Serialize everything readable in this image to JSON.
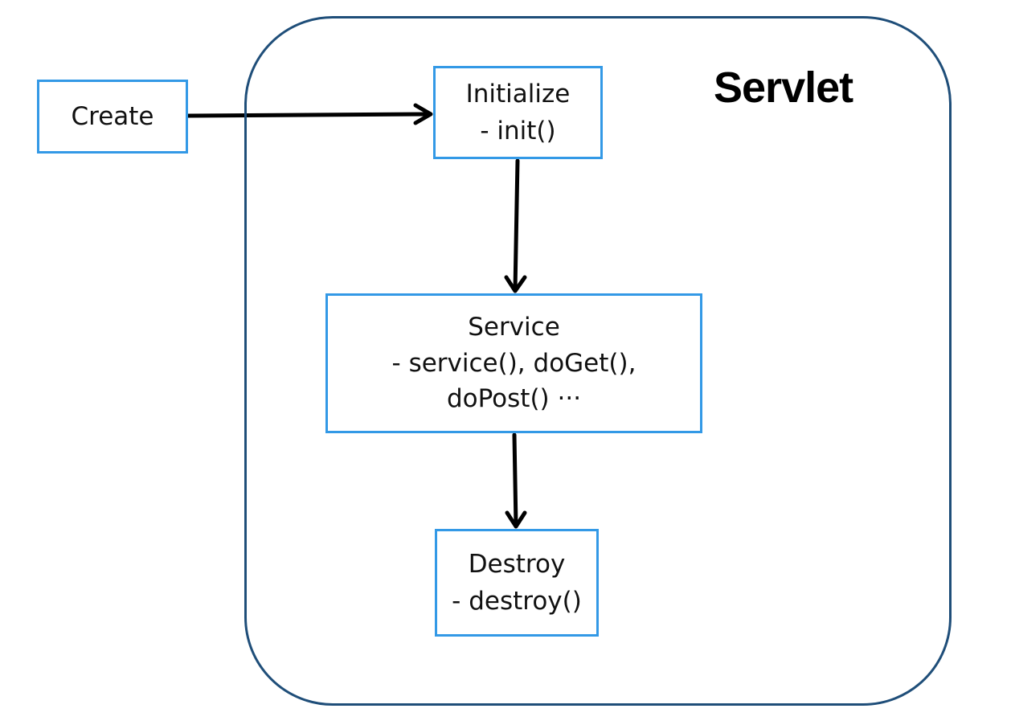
{
  "title": "Servlet",
  "colors": {
    "container_border": "#1f4e79",
    "box_border": "#3399e6",
    "arrow": "#000000"
  },
  "create": {
    "label": "Create"
  },
  "initialize": {
    "label": "Initialize",
    "method": "- init()"
  },
  "service": {
    "label": "Service",
    "methods_line1": "- service(), doGet(),",
    "methods_line2": "doPost() ···"
  },
  "destroy": {
    "label": "Destroy",
    "method": "- destroy()"
  }
}
